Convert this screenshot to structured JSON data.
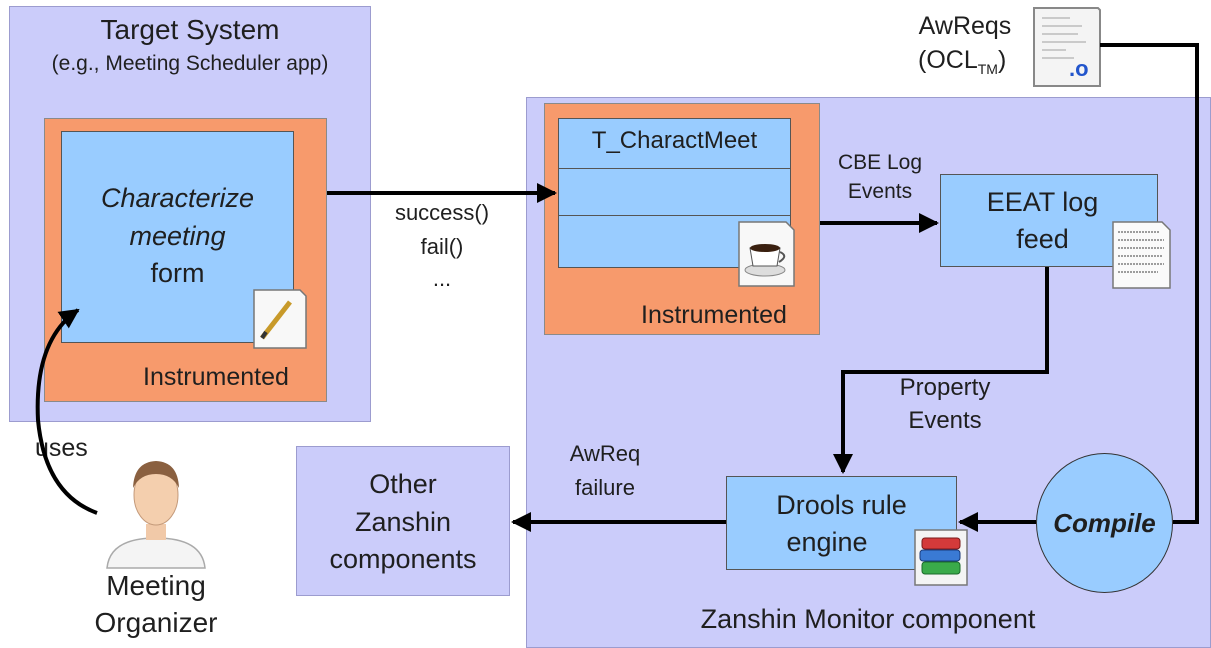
{
  "target_system": {
    "title": "Target System",
    "subtitle": "(e.g., Meeting Scheduler app)",
    "form_line1": "Characterize",
    "form_line2": "meeting",
    "form_line3": "form",
    "instrumented": "Instrumented"
  },
  "class_box": {
    "name": "T_CharactMeet",
    "instrumented": "Instrumented"
  },
  "calls": {
    "line1": "success()",
    "line2": "fail()",
    "line3": "..."
  },
  "awreqs": {
    "line1": "AwReqs",
    "line2_main": "(OCL",
    "line2_sub": "TM",
    "line2_end": ")",
    "file_letter": ".o"
  },
  "cbe": {
    "line1": "CBE Log",
    "line2": "Events"
  },
  "eeat": {
    "line1": "EEAT log",
    "line2": "feed"
  },
  "property_events": {
    "line1": "Property",
    "line2": "Events"
  },
  "awreq_failure": {
    "line1": "AwReq",
    "line2": "failure"
  },
  "drools": {
    "line1": "Drools rule",
    "line2": "engine"
  },
  "compile": {
    "label": "Compile"
  },
  "other": {
    "line1": "Other",
    "line2": "Zanshin",
    "line3": "components"
  },
  "monitor": {
    "label": "Zanshin Monitor component"
  },
  "uses": {
    "label": "uses"
  },
  "organizer": {
    "line1": "Meeting",
    "line2": "Organizer"
  }
}
